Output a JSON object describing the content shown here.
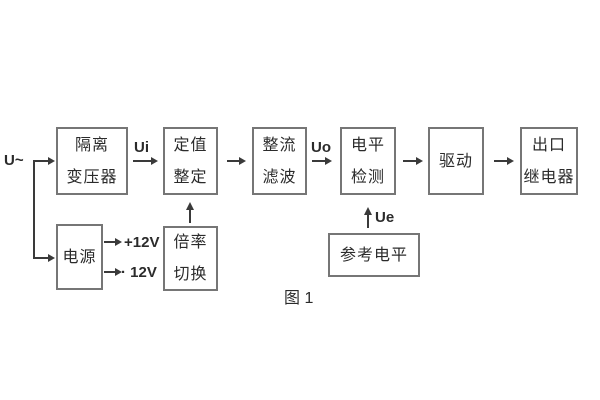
{
  "figure": {
    "caption": "图 1"
  },
  "signals": {
    "input": "U~",
    "ui": "Ui",
    "uo": "Uo",
    "ue": "Ue",
    "rail_pos": "+12V",
    "rail_neg": "· 12V"
  },
  "blocks": {
    "isolation_transformer": {
      "lines": [
        "隔离",
        "变压器"
      ]
    },
    "setting_adjust": {
      "lines": [
        "定值",
        "整定"
      ]
    },
    "rectifier_filter": {
      "lines": [
        "整流",
        "滤波"
      ]
    },
    "level_detection": {
      "lines": [
        "电平",
        "检测"
      ]
    },
    "drive": {
      "lines": [
        "驱动"
      ]
    },
    "output_relay": {
      "lines": [
        "出口",
        "继电器"
      ]
    },
    "power_supply": {
      "lines": [
        "电源"
      ]
    },
    "ratio_switch": {
      "lines": [
        "倍率",
        "切换"
      ]
    },
    "reference_level": {
      "lines": [
        "参考电平"
      ]
    }
  },
  "colors": {
    "bg": "#ffffff",
    "box_border": "#767676",
    "line": "#3a3a3a",
    "text": "#2b2b2b"
  }
}
